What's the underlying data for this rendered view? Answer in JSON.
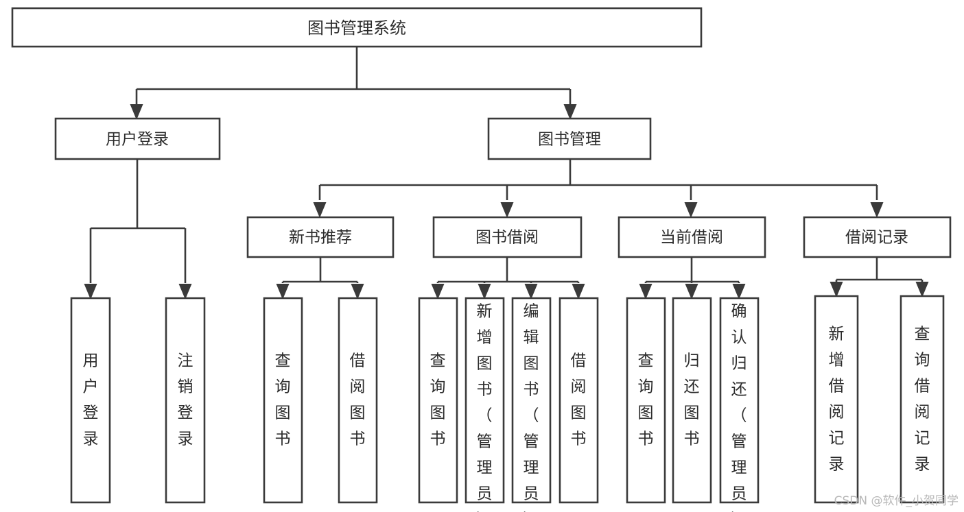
{
  "diagram": {
    "title": "图书管理系统",
    "type": "tree-hierarchy-chart",
    "colors": {
      "box_stroke": "#3a3a3a",
      "box_fill": "#ffffff",
      "text": "#2b2b2b",
      "background": "#ffffff",
      "watermark": "#b8b8b8"
    },
    "root": {
      "label": "图书管理系统"
    },
    "level2": [
      {
        "label": "用户登录"
      },
      {
        "label": "图书管理"
      }
    ],
    "level3": [
      {
        "label": "新书推荐"
      },
      {
        "label": "图书借阅"
      },
      {
        "label": "当前借阅"
      },
      {
        "label": "借阅记录"
      }
    ],
    "leaves": {
      "user_login": [
        {
          "label": "用户登录"
        },
        {
          "label": "注销登录"
        }
      ],
      "new_book_recommend": [
        {
          "label": "查询图书"
        },
        {
          "label": "借阅图书"
        }
      ],
      "book_borrow": [
        {
          "label": "查询图书"
        },
        {
          "label": "新增图书（管理员）"
        },
        {
          "label": "编辑图书（管理员）"
        },
        {
          "label": "借阅图书"
        }
      ],
      "current_borrow": [
        {
          "label": "查询图书"
        },
        {
          "label": "归还图书"
        },
        {
          "label": "确认归还（管理员）"
        }
      ],
      "borrow_record": [
        {
          "label": "新增借阅记录"
        },
        {
          "label": "查询借阅记录"
        }
      ]
    }
  },
  "watermark": {
    "text": "CSDN @软件_小贺同学"
  }
}
